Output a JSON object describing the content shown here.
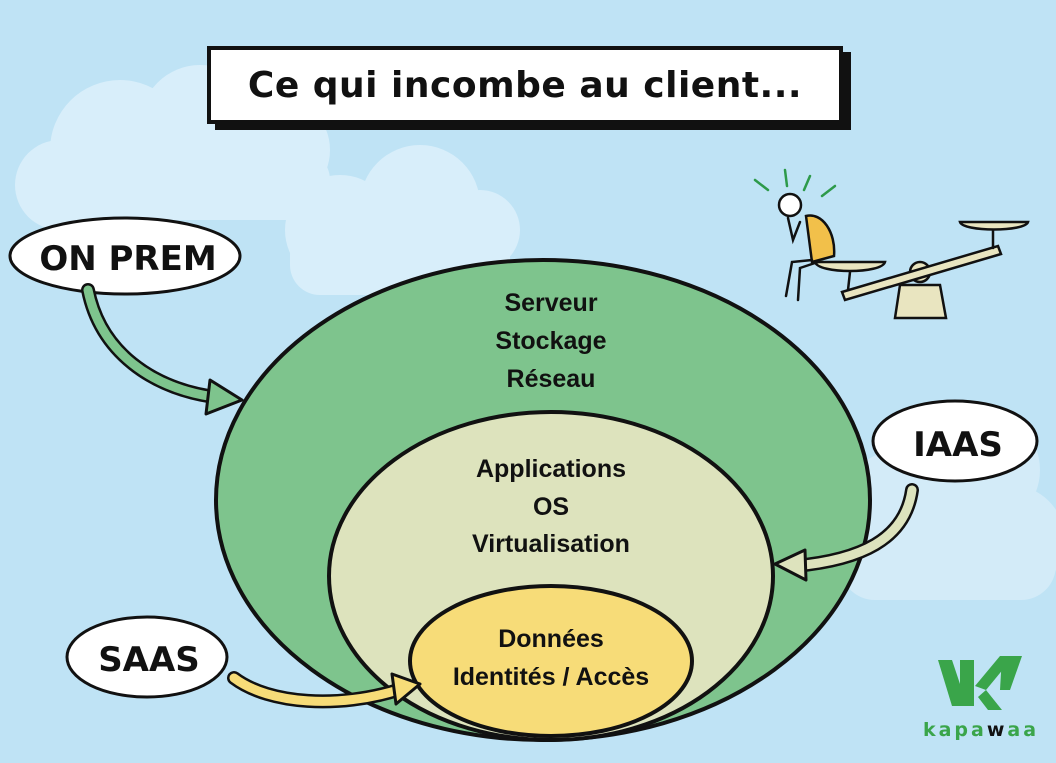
{
  "title": "Ce qui incombe au client...",
  "labels": {
    "on_prem": "ON PREM",
    "iaas": "IAAS",
    "saas": "SAAS"
  },
  "layers": {
    "outer": [
      "Serveur",
      "Stockage",
      "Réseau"
    ],
    "middle": [
      "Applications",
      "OS",
      "Virtualisation"
    ],
    "inner": [
      "Données",
      "Identités / Accès"
    ]
  },
  "brand": {
    "name_part1": "kapa",
    "name_part2": "w",
    "name_part3": "aa"
  },
  "colors": {
    "background": "#bfe3f5",
    "outer_layer": "#7ec48d",
    "middle_layer": "#dde3bd",
    "inner_layer": "#f7dc78",
    "brand_green": "#3aa54a",
    "outline": "#111111"
  },
  "icons": {
    "logo": "kapawaa-k-logo-icon",
    "figure": "thinking-person-on-seesaw-icon"
  }
}
